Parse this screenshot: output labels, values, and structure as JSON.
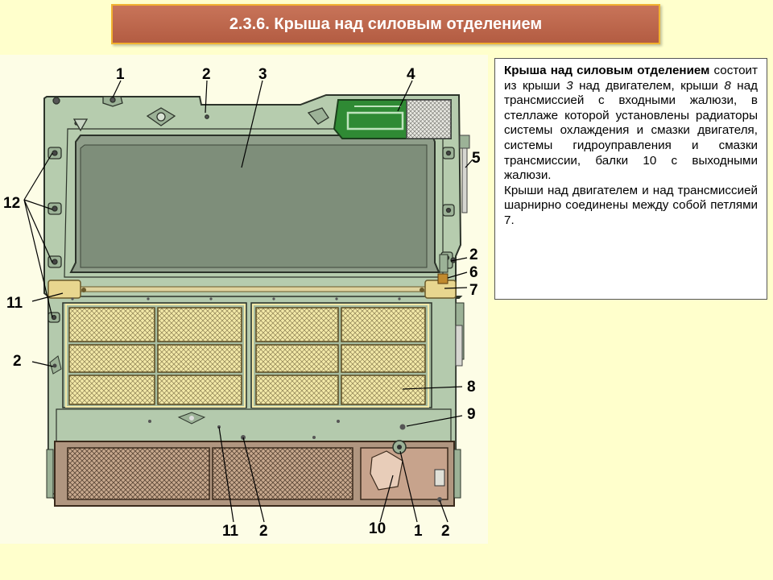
{
  "title": "2.3.6. Крыша над силовым отделением",
  "description": {
    "p1_bold": "Крыша над силовым отделением",
    "p1_a": " состоит из крыши ",
    "p1_num3": "3",
    "p1_b": " над двигателем, крыши ",
    "p1_num8": "8",
    "p1_c": " над трансмиссией с входными жалюзи, в стеллаже которой установлены радиаторы системы охлаждения и смазки двигателя, системы гидроуправления и смазки трансмиссии, балки 10 с выходными жалюзи.",
    "p2": "Крыши над двигателем и над трансмиссией шарнирно соединены между собой петлями 7."
  },
  "callouts": {
    "c1_top": "1",
    "c2_top": "2",
    "c3": "3",
    "c4": "4",
    "c5": "5",
    "c12": "12",
    "c2_right": "2",
    "c6": "6",
    "c7": "7",
    "c11_left": "11",
    "c2_left": "2",
    "c8": "8",
    "c9": "9",
    "c11_bottom": "11",
    "c2_bottom": "2",
    "c10": "10",
    "c1_bottom": "1",
    "c2_bottom_right": "2"
  },
  "colors": {
    "roof": "#B6CCAE",
    "engine_panel": "#7E8E7A",
    "grille": "#F3E9A8",
    "beam": "#B09680",
    "hatch": "#2F8A34"
  }
}
